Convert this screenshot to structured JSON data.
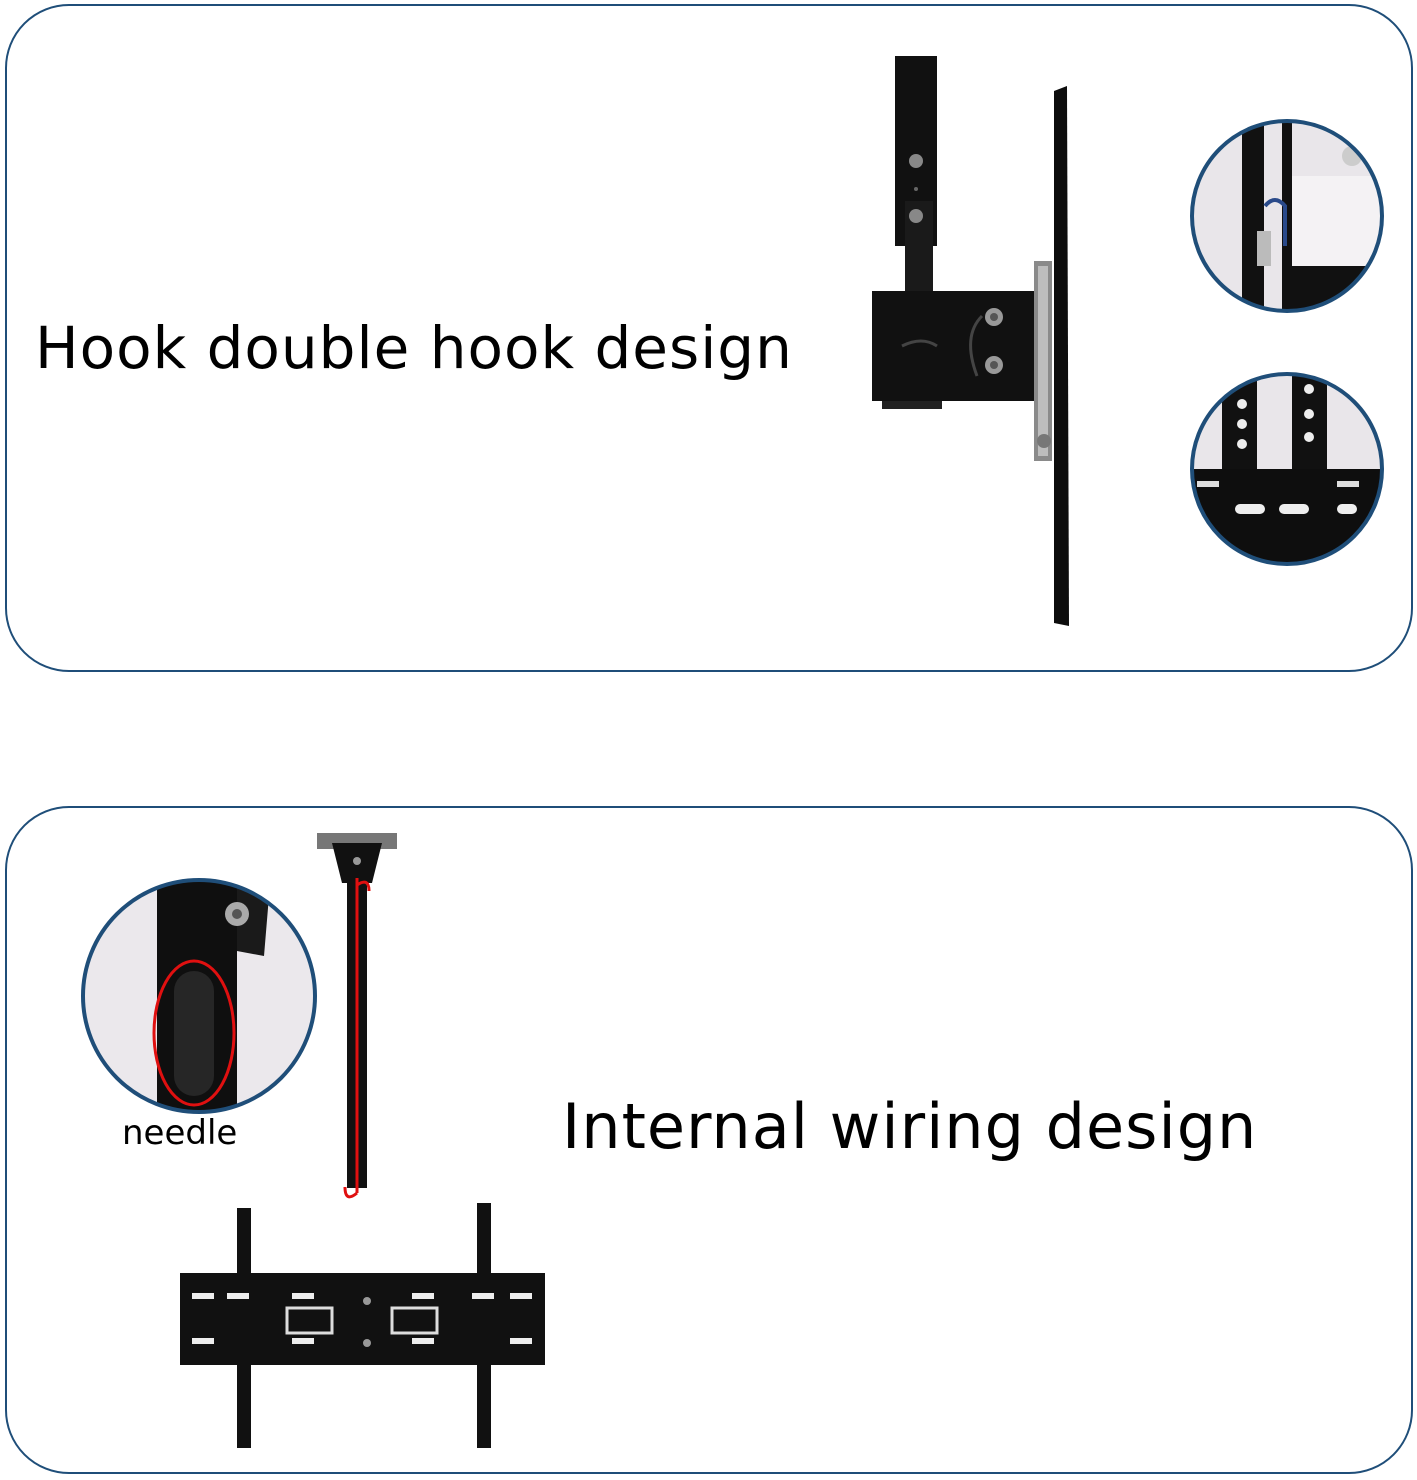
{
  "top_panel": {
    "caption": "Hook double hook design",
    "main_image": "bracket-side-view",
    "detail_images": [
      "hook-closeup",
      "adjustment-holes-closeup"
    ]
  },
  "bottom_panel": {
    "caption": "Internal wiring design",
    "detail_label": "needle",
    "main_image": "ceiling-mount-front-view",
    "detail_image": "pole-cable-slot-closeup"
  },
  "colors": {
    "border": "#1f4e79",
    "metal": "#111111",
    "wire": "#e01010",
    "zoom_ring": "#1f4e79"
  }
}
